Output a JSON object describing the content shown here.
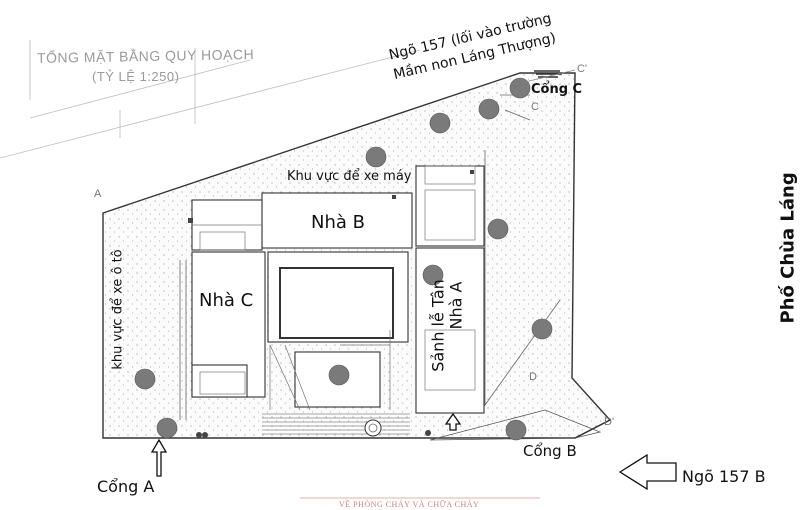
{
  "header": {
    "title": "TỔNG MẶT BẰNG QUY HOẠCH",
    "scale": "(TỶ LỆ 1:250)"
  },
  "streets": {
    "ngo157_line1": "Ngõ 157 (lối vào trường",
    "ngo157_line2": "Mầm non Láng Thượng)",
    "pho_chua_lang": "Phố Chùa Láng",
    "ngo157b": "Ngõ 157 B"
  },
  "gates": {
    "gate_a": "Cổng A",
    "gate_b": "Cổng B",
    "gate_c": "Cổng C"
  },
  "zones": {
    "motorbike_parking": "Khu vực để xe máy",
    "car_parking": "khu vực để xe ô tô",
    "lobby": "Sảnh lễ Tân"
  },
  "buildings": {
    "nha_a": "Nhà A",
    "nha_b": "Nhà B",
    "nha_c": "Nhà C"
  },
  "points": {
    "a": "A",
    "c": "C",
    "c_prime": "C'",
    "d": "D",
    "d_prime": "D'"
  },
  "footer": {
    "stamp": "VỀ PHÒNG CHÁY VÀ CHỮA CHÁY"
  },
  "colors": {
    "ink": "#111111",
    "line": "#333333",
    "faint": "#9a9a9a",
    "tree": "#7a7a7a",
    "ground": "#fbfbfb",
    "building": "#ffffff"
  }
}
